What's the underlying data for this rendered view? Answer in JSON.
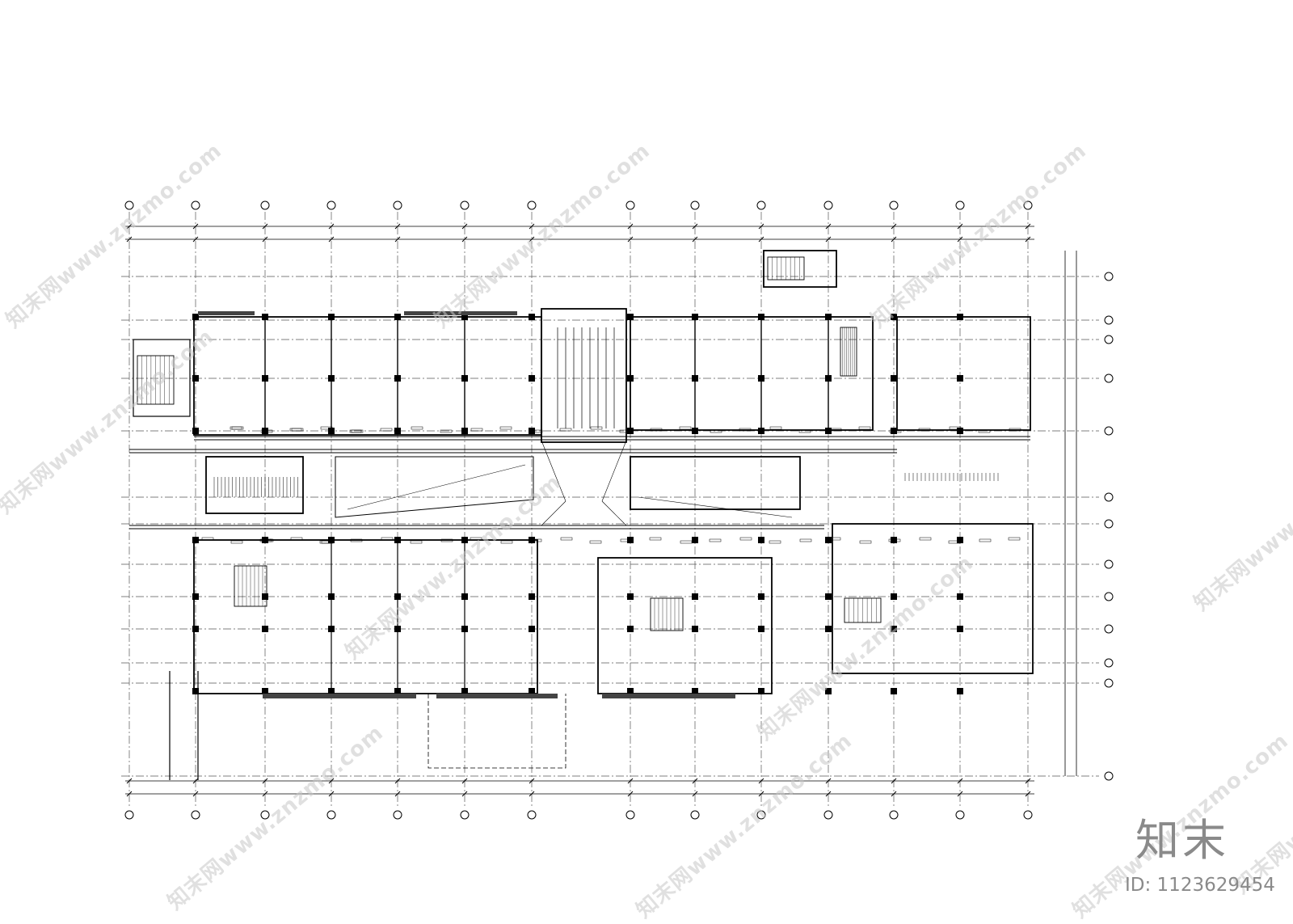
{
  "brand": {
    "logo_text": "知末",
    "id_text": "ID: 1123629454"
  },
  "watermark": {
    "text": "知末网www.znzmo.com"
  },
  "colors": {
    "line": "#000000",
    "dash": "#555555",
    "watermark": "#c8c8c8",
    "brand": "#8a8a8a"
  }
}
